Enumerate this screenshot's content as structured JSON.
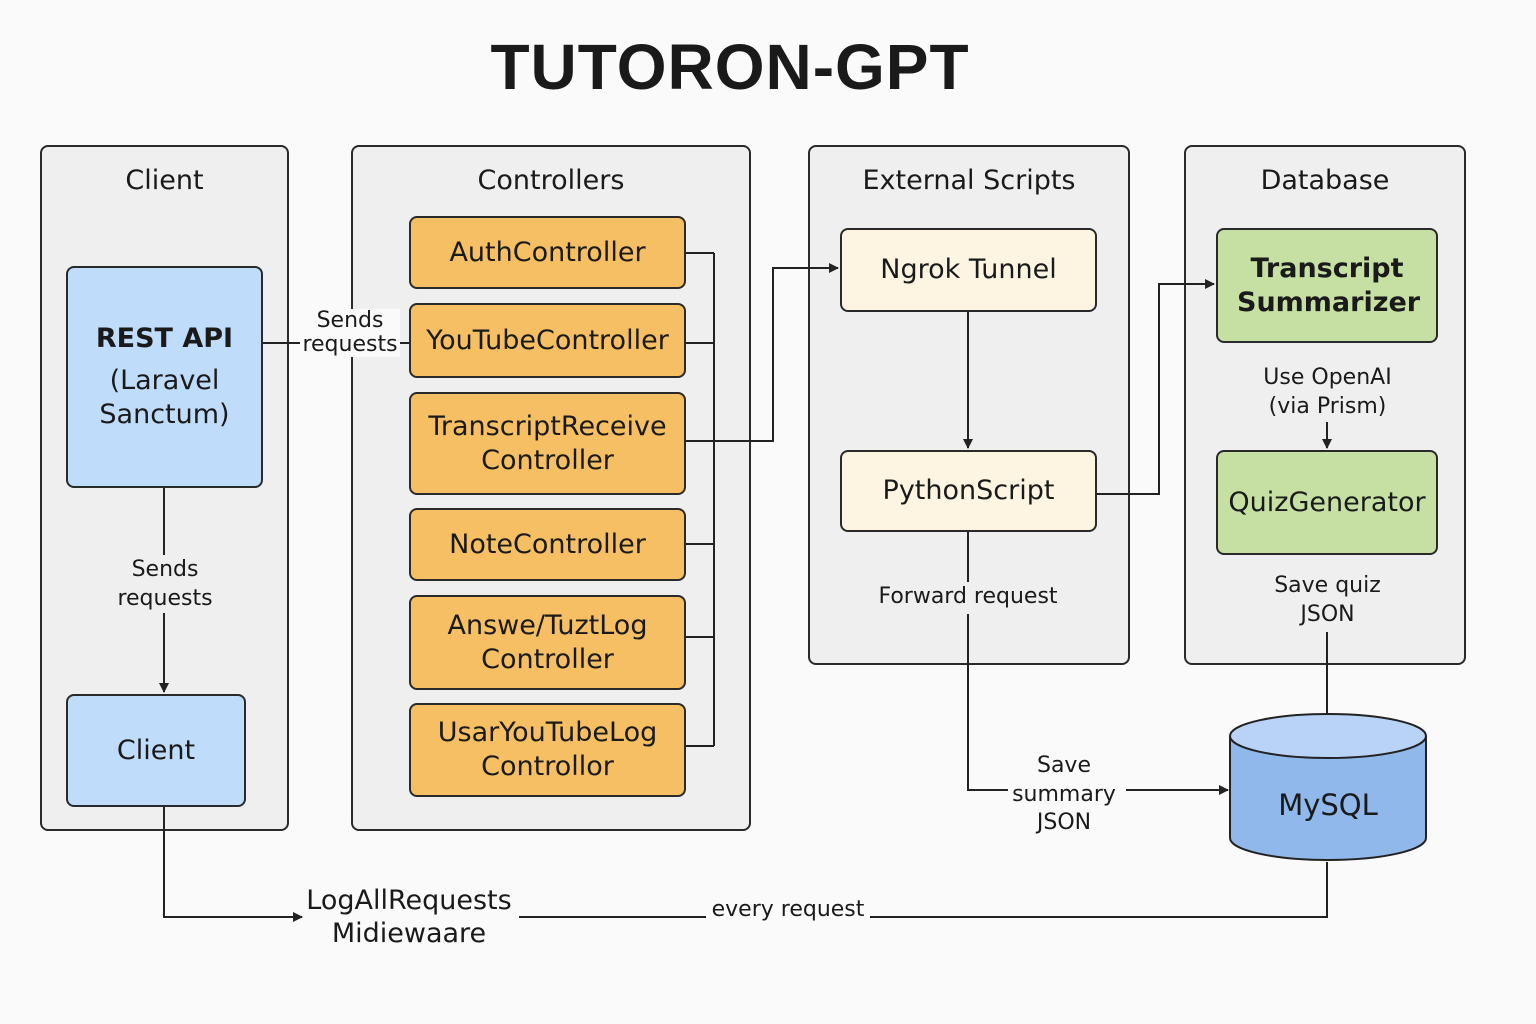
{
  "title": "TUTORON-GPT",
  "panels": {
    "client": "Client",
    "controllers": "Controllers",
    "external": "External Scripts",
    "database": "Database"
  },
  "client": {
    "rest_api_title": "REST API",
    "rest_api_sub": "(Laravel Sanctum)",
    "client_box": "Client",
    "sends_requests_down": "Sends requests",
    "sends_requests_right": "Sends requests"
  },
  "controllers": [
    {
      "label": "AuthController"
    },
    {
      "label": "YouTubeController"
    },
    {
      "label": "TranscriptReceive Controller"
    },
    {
      "label": "NoteController"
    },
    {
      "label": "Answe/TuztLog Controller"
    },
    {
      "label": "UsarYouTubeLog Controllor"
    }
  ],
  "external": {
    "ngrok": "Ngrok Tunnel",
    "python": "PythonScript",
    "forward": "Forward request",
    "save_summary": "Save summary JSON"
  },
  "database": {
    "summarizer": "Transcript Summarizer",
    "use_openai": "Use OpenAI (via Prism)",
    "quiz": "QuizGenerator",
    "save_quiz": "Save quiz JSON",
    "mysql": "MySQL"
  },
  "middleware": {
    "label": "LogAllRequests Midiewaare",
    "every_request": "every request"
  },
  "colors": {
    "blue_box": "#bfdcfb",
    "orange_box": "#f6bf63",
    "cream_box": "#fdf5e2",
    "green_box": "#c6e0a4",
    "mysql": "#90b8ea",
    "panel": "#efefef"
  }
}
